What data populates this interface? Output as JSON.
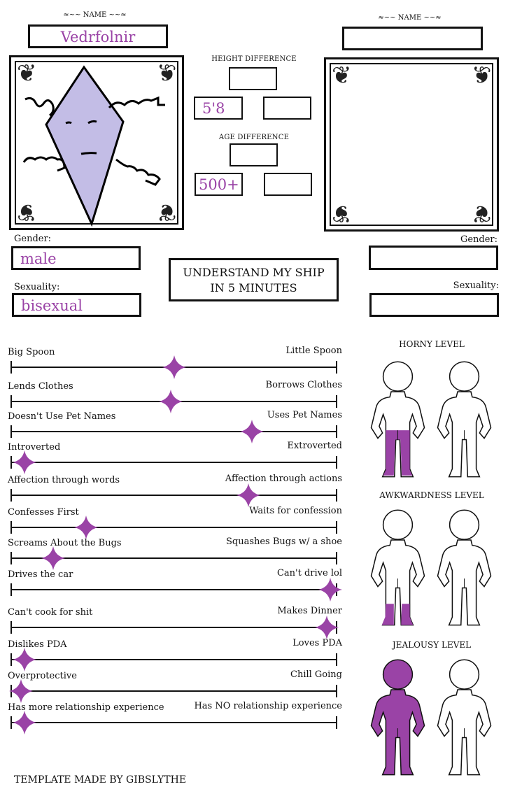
{
  "title": "UNDERSTAND MY SHIP IN 5 MINUTES",
  "title_line1": "UNDERSTAND MY SHIP",
  "title_line2": "IN 5 MINUTES",
  "accent_color": "#9a43a6",
  "left": {
    "name_label": "NAME",
    "name": "Vedrfolnir",
    "gender_label": "Gender:",
    "gender": "male",
    "sexuality_label": "Sexuality:",
    "sexuality": "bisexual",
    "height": "5'8",
    "age": "500+"
  },
  "right": {
    "name_label": "NAME",
    "name": "",
    "gender_label": "Gender:",
    "gender": "",
    "sexuality_label": "Sexuality:",
    "sexuality": "",
    "height": "",
    "age": ""
  },
  "center": {
    "height_label": "HEIGHT DIFFERENCE",
    "height_diff": "",
    "age_label": "AGE DIFFERENCE",
    "age_diff": ""
  },
  "sliders": [
    {
      "left": "Big Spoon",
      "right": "Little Spoon",
      "value": 0.5
    },
    {
      "left": "Lends Clothes",
      "right": "Borrows Clothes",
      "value": 0.49
    },
    {
      "left": "Doesn't Use Pet Names",
      "right": "Uses Pet Names",
      "value": 0.74
    },
    {
      "left": "Introverted",
      "right": "Extroverted",
      "value": 0.04
    },
    {
      "left": "Affection through words",
      "right": "Affection through actions",
      "value": 0.73
    },
    {
      "left": "Confesses First",
      "right": "Waits for confession",
      "value": 0.23
    },
    {
      "left": "Screams About the Bugs",
      "right": "Squashes Bugs w/ a shoe",
      "value": 0.13
    },
    {
      "left": "Drives the car",
      "right": "Can't drive lol",
      "value": 0.98
    },
    {
      "left": "Can't cook for shit",
      "right": "Makes Dinner",
      "value": 0.97
    },
    {
      "left": "Dislikes PDA",
      "right": "Loves PDA",
      "value": 0.04
    },
    {
      "left": "Overprotective",
      "right": "Chill Going",
      "value": 0.03
    },
    {
      "left": "Has more relationship experience",
      "right": "Has NO relationship experience",
      "value": 0.04
    }
  ],
  "levels": [
    {
      "label": "HORNY LEVEL",
      "left_fill": "legs",
      "right_fill": "none"
    },
    {
      "label": "AWKWARDNESS LEVEL",
      "left_fill": "feet",
      "right_fill": "none"
    },
    {
      "label": "JEALOUSY LEVEL",
      "left_fill": "full",
      "right_fill": "none"
    }
  ],
  "footer": "TEMPLATE MADE BY GIBSLYTHE"
}
